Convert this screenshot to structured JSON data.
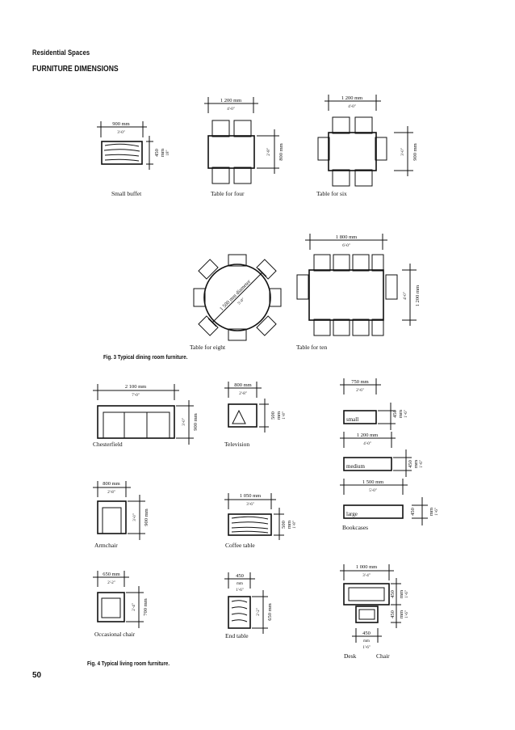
{
  "header": {
    "section": "Residential Spaces",
    "title": "FURNITURE DIMENSIONS"
  },
  "page_number": "50",
  "fig3": {
    "caption": "Fig. 3   Typical dining room furniture.",
    "small_buffet": {
      "label": "Small buffet",
      "width_mm": "900 mm",
      "width_ft": "3'-0\"",
      "depth_mm": "450",
      "depth_unit": "mm",
      "depth_ft": "18\""
    },
    "table_four": {
      "label": "Table for four",
      "width_mm": "1 200 mm",
      "width_ft": "4'-0\"",
      "depth_ft": "2'-8\"",
      "depth_mm": "800 mm"
    },
    "table_six": {
      "label": "Table for six",
      "width_mm": "1 200 mm",
      "width_ft": "4'-0\"",
      "depth_ft": "3'-0\"",
      "depth_mm": "900 mm"
    },
    "table_eight": {
      "label": "Table for eight",
      "diameter_mm": "1 500 mm diameter",
      "diameter_ft": "5'-0\""
    },
    "table_ten": {
      "label": "Table for ten",
      "width_mm": "1 800 mm",
      "width_ft": "6'-0\"",
      "depth_ft": "4'-0\"",
      "depth_mm": "1 200 mm"
    }
  },
  "fig4": {
    "caption": "Fig. 4   Typical living room furniture.",
    "chesterfield": {
      "label": "Chesterfield",
      "width_mm": "2 100 mm",
      "width_ft": "7'-0\"",
      "depth_ft": "3'-0\"",
      "depth_mm": "900 mm"
    },
    "television": {
      "label": "Television",
      "width_mm": "800 mm",
      "width_ft": "2'-8\"",
      "depth_mm": "500",
      "depth_unit": "mm",
      "depth_ft": "1'-8\""
    },
    "bookcases": {
      "label": "Bookcases",
      "small": {
        "label": "small",
        "width_mm": "750 mm",
        "width_ft": "2'-6\"",
        "depth_mm": "450",
        "depth_unit": "mm",
        "depth_ft": "1'-6\""
      },
      "medium": {
        "label": "medium",
        "width_mm": "1 200 mm",
        "width_ft": "4'-0\"",
        "depth_mm": "450",
        "depth_unit": "mm",
        "depth_ft": "1'-6\""
      },
      "large": {
        "label": "large",
        "width_mm": "1 500 mm",
        "width_ft": "5'-0\"",
        "depth_mm": "450",
        "depth_unit": "mm",
        "depth_ft": "1'-6\""
      }
    },
    "armchair": {
      "label": "Armchair",
      "width_mm": "800 mm",
      "width_ft": "2'-8\"",
      "depth_ft": "3'-0\"",
      "depth_mm": "900 mm"
    },
    "coffee_table": {
      "label": "Coffee table",
      "width_mm": "1 050 mm",
      "width_ft": "3'-6\"",
      "depth_mm": "500",
      "depth_unit": "mm",
      "depth_ft": "1'-8\""
    },
    "occasional_chair": {
      "label": "Occasional chair",
      "width_mm": "650 mm",
      "width_ft": "2'-2\"",
      "depth_ft": "2'-4\"",
      "depth_mm": "700 mm"
    },
    "end_table": {
      "label": "End table",
      "width_mm": "450",
      "width_unit": "mm",
      "width_ft": "1'-6\"",
      "depth_ft": "2'-2\"",
      "depth_mm": "650 mm"
    },
    "desk": {
      "label": "Desk",
      "width_mm": "1 000 mm",
      "width_ft": "3'-4\"",
      "desk_depth_mm": "450",
      "desk_depth_unit": "mm",
      "desk_depth_ft": "1'-6\"",
      "chair_depth_mm": "450",
      "chair_depth_unit": "mm",
      "chair_depth_ft": "1'-6\""
    },
    "chair": {
      "label": "Chair",
      "width_mm": "450",
      "width_unit": "mm",
      "width_ft": "1'-6\""
    }
  }
}
